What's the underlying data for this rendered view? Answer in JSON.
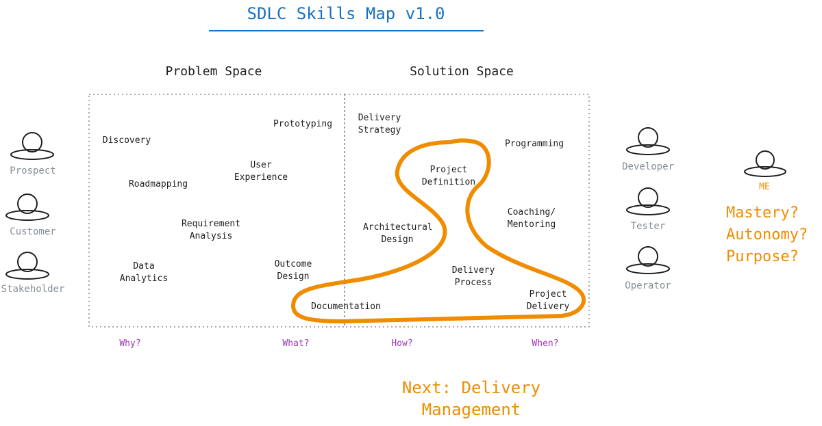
{
  "title": "SDLC Skills Map v1.0",
  "spaces": {
    "problem": "Problem Space",
    "solution": "Solution Space"
  },
  "problem_skills": {
    "discovery": "Discovery",
    "prototyping": "Prototyping",
    "user_experience": "User\nExperience",
    "roadmapping": "Roadmapping",
    "requirement_analysis": "Requirement\nAnalysis",
    "data_analytics": "Data\nAnalytics",
    "outcome_design": "Outcome\nDesign",
    "documentation": "Documentation"
  },
  "solution_skills": {
    "delivery_strategy": "Delivery\nStrategy",
    "programming": "Programming",
    "project_definition": "Project\nDefinition",
    "coaching_mentoring": "Coaching/\nMentoring",
    "architectural_design": "Architectural\nDesign",
    "delivery_process": "Delivery\nProcess",
    "project_delivery": "Project\nDelivery"
  },
  "questions": {
    "why": "Why?",
    "what": "What?",
    "how": "How?",
    "when": "When?"
  },
  "personas_left": [
    "Prospect",
    "Customer",
    "Stakeholder"
  ],
  "personas_right": [
    "Developer",
    "Tester",
    "Operator"
  ],
  "me": {
    "label": "ME",
    "motivation": "Mastery?\nAutonomy?\nPurpose?"
  },
  "next": "Next: Delivery\nManagement",
  "colors": {
    "title": "#1971c2",
    "highlight": "#f08c00",
    "question": "#9c36b5",
    "persona_label": "#868e96",
    "border": "#868e96"
  }
}
